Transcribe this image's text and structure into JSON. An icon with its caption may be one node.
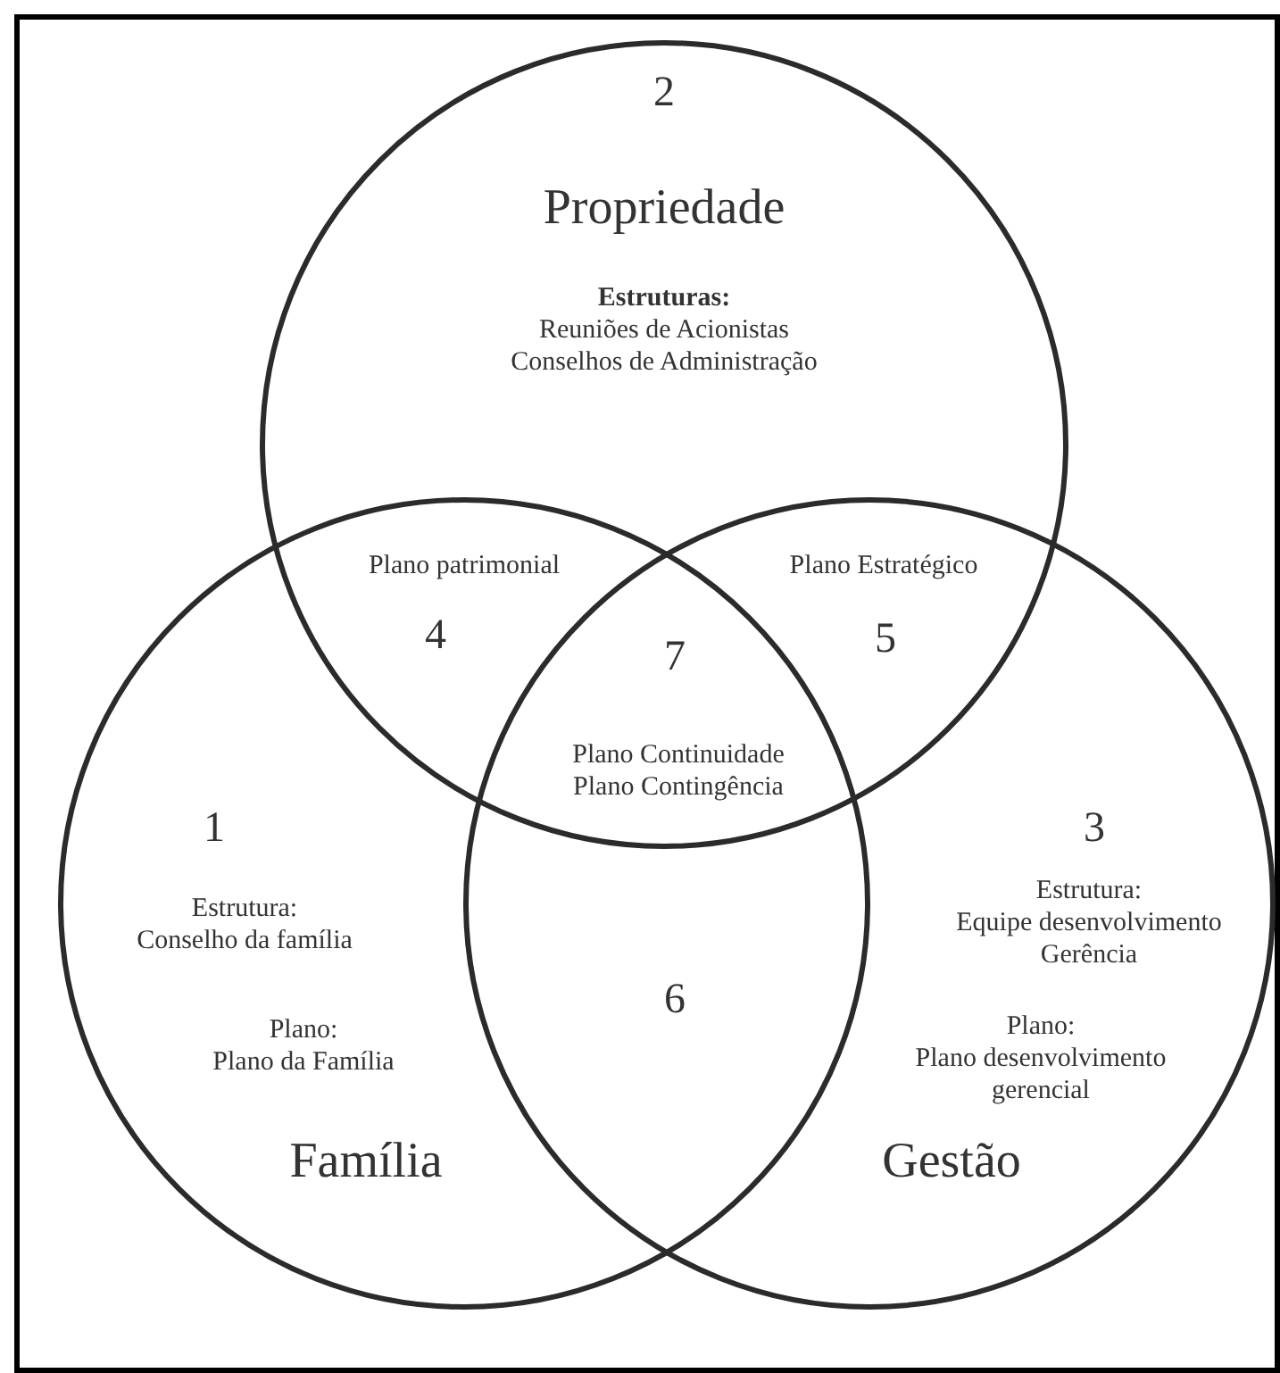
{
  "diagram": {
    "nodes": [
      {
        "text": [
          "2",
          "Propriedade",
          "Estruturas:",
          "Reuniões de Acionistas Conselhos de Administração"
        ]
      },
      {
        "text": [
          "1",
          "Estrutura:",
          "Conselho da família",
          "Plano:",
          "Plano da Família",
          "Família"
        ]
      },
      {
        "text": [
          "3",
          "Estrutura:",
          "Equipe desenvolvimento Gerência",
          "Plano:",
          "Plano desenvolvimento gerencial",
          "Gestão"
        ]
      }
    ],
    "edges": [],
    "labels": [
      "Plano patrimonial",
      "Plano Estratégico",
      "4",
      "7",
      "5",
      "Plano Continuidade Plano Contingência",
      "6"
    ]
  }
}
